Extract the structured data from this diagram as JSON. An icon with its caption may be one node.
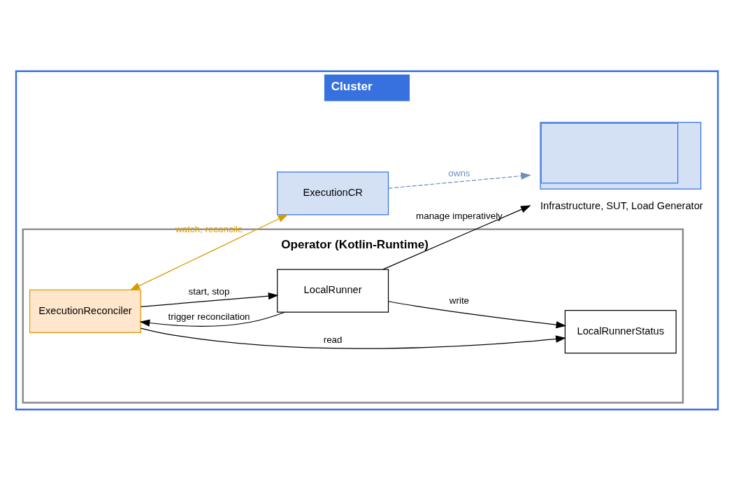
{
  "diagram": {
    "nodes": [
      {
        "text": [
          "Cluster"
        ]
      },
      {
        "text": [
          "Operator (Kotlin-Runtime)"
        ],
        "in": 0
      },
      {
        "text": [
          "ExecutionReconciler"
        ],
        "in": 1
      },
      {
        "text": [
          "LocalRunner"
        ],
        "in": 1
      },
      {
        "text": [
          "LocalRunnerStatus"
        ],
        "in": 1
      },
      {
        "text": [
          "ExecutionCR"
        ],
        "in": 0
      },
      {
        "text": [],
        "shape": "box",
        "beside": [
          "Infrastructure, SUT, Load Generator"
        ],
        "in": 0
      }
    ],
    "edges": [
      {
        "from": 2,
        "to": 5,
        "arrow": "both",
        "label": "watch, reconcile",
        "color": "#d79b00"
      },
      {
        "from": 2,
        "to": 3,
        "arrow": "to",
        "label": "start, stop"
      },
      {
        "from": 3,
        "to": 2,
        "arrow": "to",
        "label": "trigger reconcilation"
      },
      {
        "from": 2,
        "to": 4,
        "arrow": "to",
        "label": "read"
      },
      {
        "from": 3,
        "to": 4,
        "arrow": "to",
        "label": "write"
      },
      {
        "from": 5,
        "to": 6,
        "arrow": "to",
        "label": "owns",
        "style": "dashed",
        "color": "#6c8ebf"
      },
      {
        "from": 3,
        "to": 6,
        "arrow": "to",
        "label": "manage imperatively"
      }
    ]
  }
}
